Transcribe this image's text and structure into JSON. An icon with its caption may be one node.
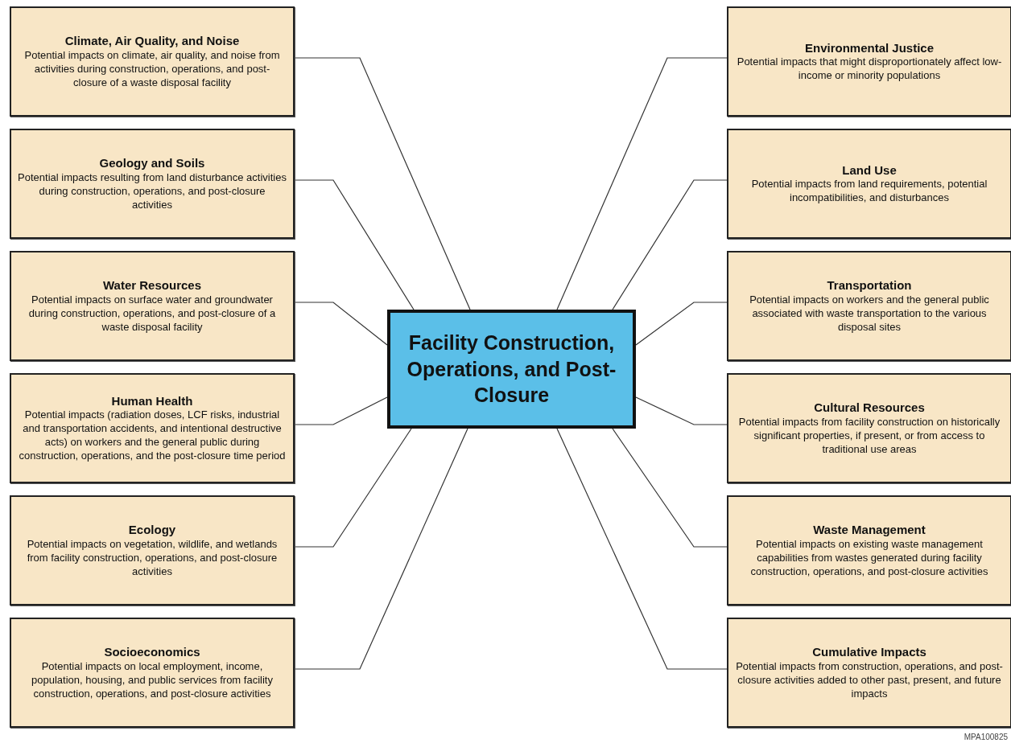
{
  "diagram": {
    "nodes": [
      {
        "text": [
          "Facility Construction, Operations, and Post-Closure"
        ]
      },
      {
        "text": [
          "Climate, Air Quality, and Noise",
          "Potential impacts on climate, air quality, and noise from activities during construction, operations, and post-closure of a waste disposal facility"
        ]
      },
      {
        "text": [
          "Geology and Soils",
          "Potential impacts resulting from land disturbance activities during construction, operations, and post-closure activities"
        ]
      },
      {
        "text": [
          "Water Resources",
          "Potential impacts on surface water and groundwater during construction, operations, and post-closure of a waste disposal facility"
        ]
      },
      {
        "text": [
          "Human Health",
          "Potential impacts (radiation doses, LCF risks, industrial and transportation accidents, and intentional destructive acts) on workers and the general public during construction, operations, and the post-closure time period"
        ]
      },
      {
        "text": [
          "Ecology",
          "Potential impacts on vegetation, wildlife, and wetlands from facility construction, operations, and post-closure activities"
        ]
      },
      {
        "text": [
          "Socioeconomics",
          "Potential impacts on local employment, income, population, housing, and public services from facility construction, operations, and post-closure activities"
        ]
      },
      {
        "text": [
          "Environmental Justice",
          "Potential impacts that might disproportionately affect low-income or minority populations"
        ]
      },
      {
        "text": [
          "Land Use",
          "Potential impacts from land requirements, potential incompatibilities, and disturbances"
        ]
      },
      {
        "text": [
          "Transportation",
          "Potential impacts on workers and the general public associated with waste transportation to the various disposal sites"
        ]
      },
      {
        "text": [
          "Cultural Resources",
          "Potential impacts from facility construction on historically significant properties, if present, or from access to traditional use areas"
        ]
      },
      {
        "text": [
          "Waste Management",
          "Potential impacts on existing waste management capabilities from wastes generated during facility construction, operations, and post-closure activities"
        ]
      },
      {
        "text": [
          "Cumulative Impacts",
          "Potential impacts from construction, operations, and post-closure activities added to other past, present, and future impacts"
        ]
      }
    ],
    "edges": [
      {
        "from": 0,
        "to": 1,
        "arrow": "none"
      },
      {
        "from": 0,
        "to": 2,
        "arrow": "none"
      },
      {
        "from": 0,
        "to": 3,
        "arrow": "none"
      },
      {
        "from": 0,
        "to": 4,
        "arrow": "none"
      },
      {
        "from": 0,
        "to": 5,
        "arrow": "none"
      },
      {
        "from": 0,
        "to": 6,
        "arrow": "none"
      },
      {
        "from": 0,
        "to": 7,
        "arrow": "none"
      },
      {
        "from": 0,
        "to": 8,
        "arrow": "none"
      },
      {
        "from": 0,
        "to": 9,
        "arrow": "none"
      },
      {
        "from": 0,
        "to": 10,
        "arrow": "none"
      },
      {
        "from": 0,
        "to": 11,
        "arrow": "none"
      },
      {
        "from": 0,
        "to": 12,
        "arrow": "none"
      }
    ],
    "labels": [
      "MPA100825"
    ]
  }
}
